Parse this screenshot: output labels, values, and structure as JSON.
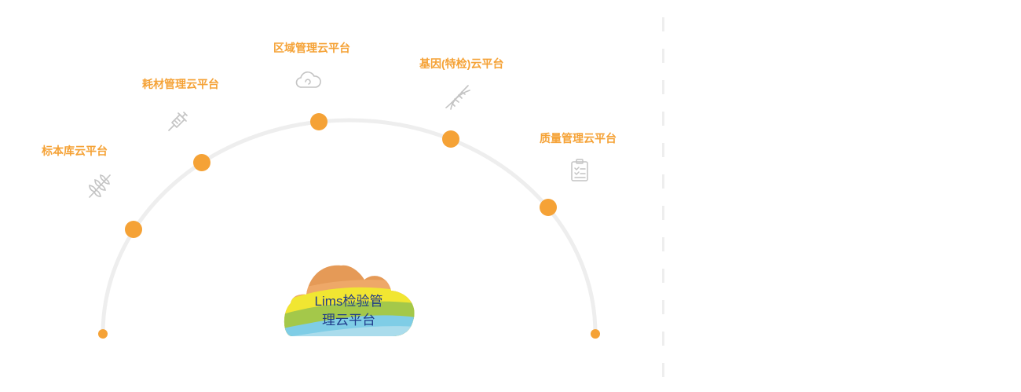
{
  "diagram": {
    "colors": {
      "accent": "#f5a236",
      "arc": "#eeeeee",
      "icon": "#c4c4c4",
      "title": "#1f3a8a"
    },
    "platforms": [
      {
        "label": "标本库云平台",
        "icon": "wheat-icon"
      },
      {
        "label": "耗材管理云平台",
        "icon": "syringe-icon"
      },
      {
        "label": "区域管理云平台",
        "icon": "cloud-icon"
      },
      {
        "label": "基因(特检)云平台",
        "icon": "dna-icon"
      },
      {
        "label": "质量管理云平台",
        "icon": "clipboard-icon"
      }
    ],
    "center": {
      "title_line1": "Lims检验管",
      "title_line2": "理云平台",
      "icon": "rainbow-cloud-icon"
    }
  }
}
